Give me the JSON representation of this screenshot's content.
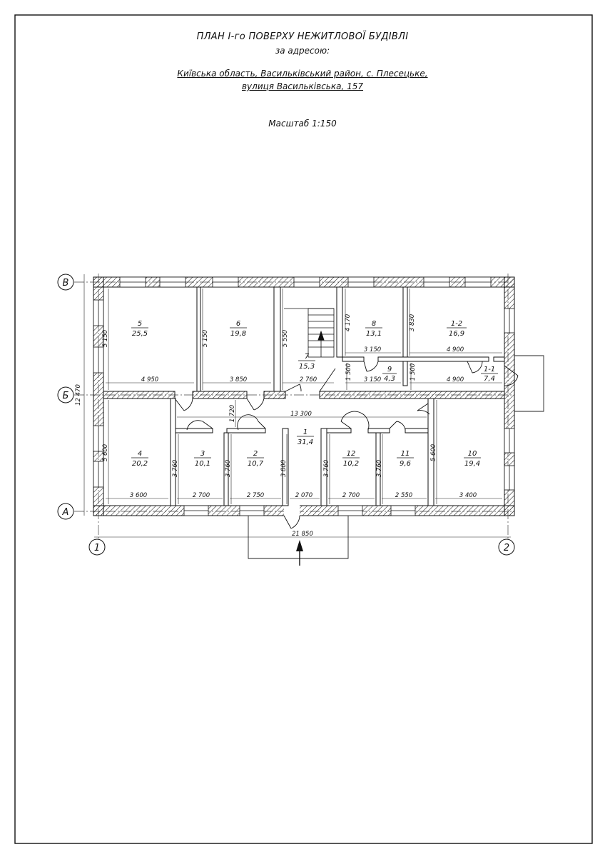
{
  "header": {
    "title": "ПЛАН І-го ПОВЕРХУ НЕЖИТЛОВОЇ БУДІВЛІ",
    "subtitle": "за адресою:",
    "address_line1": "Київська область, Васильківський район, с. Плесецьке,",
    "address_line2": "вулиця Васильківська,  157",
    "scale": "Масштаб 1:150"
  },
  "axes": {
    "v": "В",
    "b": "Б",
    "a": "А",
    "one": "1",
    "two": "2"
  },
  "rooms": [
    {
      "num": "5",
      "area": "25,5"
    },
    {
      "num": "6",
      "area": "19,8"
    },
    {
      "num": "7",
      "area": "15,3"
    },
    {
      "num": "8",
      "area": "13,1"
    },
    {
      "num": "1-2",
      "area": "16,9"
    },
    {
      "num": "9",
      "area": "4,3"
    },
    {
      "num": "1-1",
      "area": "7,4"
    },
    {
      "num": "1",
      "area": "31,4"
    },
    {
      "num": "4",
      "area": "20,2"
    },
    {
      "num": "3",
      "area": "10,1"
    },
    {
      "num": "2",
      "area": "10,7"
    },
    {
      "num": "12",
      "area": "10,2"
    },
    {
      "num": "11",
      "area": "9,6"
    },
    {
      "num": "10",
      "area": "19,4"
    }
  ],
  "dimensions": {
    "d5150a": "5 150",
    "d5150b": "5 150",
    "d5550": "5 550",
    "d4170": "4 170",
    "d3830": "3 830",
    "d3150a": "3 150",
    "d4900a": "4 900",
    "d1500a": "1 500",
    "d1500b": "1 500",
    "d3150b": "3 150",
    "d4900b": "4 900",
    "d4950": "4 950",
    "d3850": "3 850",
    "d2760": "2 760",
    "d12470": "12 470",
    "d1720": "1 720",
    "d13300": "13 300",
    "d5600a": "5 600",
    "d5600b": "5 600",
    "d3760a": "3 760",
    "d3760b": "3 760",
    "d3800": "3 800",
    "d3760c": "3 760",
    "d3760d": "3 760",
    "d3600": "3 600",
    "d2700a": "2 700",
    "d2750": "2 750",
    "d2070": "2 070",
    "d2700b": "2 700",
    "d2550": "2 550",
    "d3400": "3 400",
    "d21850": "21 850"
  }
}
